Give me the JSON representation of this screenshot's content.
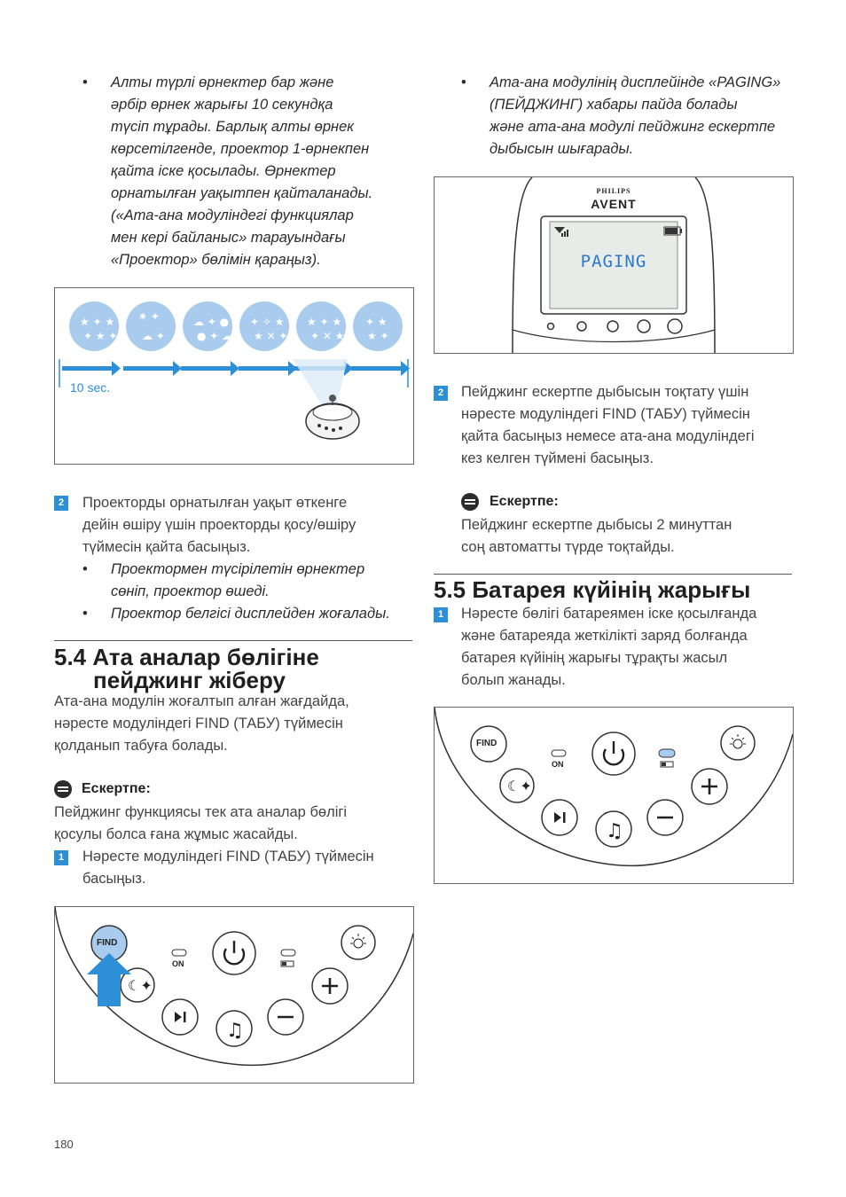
{
  "left": {
    "bullet1": [
      "Алты түрлі өрнектер бар және",
      "әрбір өрнек жарығы 10 секундқа",
      "түсіп тұрады. Барлық алты өрнек",
      "көрсетілгенде, проектор 1-өрнекпен",
      "қайта іске қосылады. Өрнектер",
      "орнатылған уақытпен қайталанады.",
      "(«Ата-ана модуліндегі функциялар",
      "мен кері байланыс» тарауындағы",
      "«Проектор» бөлімін қараңыз)."
    ],
    "projector_label": "10 sec.",
    "step2_num": "2",
    "step2": [
      "Проекторды орнатылған уақыт өткенге",
      "дейін өшіру үшін проекторды қосу/өшіру",
      "түймесін қайта басыңыз."
    ],
    "sub_bullets": [
      [
        "Проектормен түсірілетін өрнектер",
        "сөніп, проектор өшеді."
      ],
      [
        "Проектор белгісі дисплейден жоғалады."
      ]
    ],
    "heading_line1": "5.4 Ата аналар бөлігіне",
    "heading_line2": "пейджинг жіберу",
    "intro": [
      "Ата-ана модулін жоғалтып алған жағдайда,",
      "нәресте модуліндегі FIND (ТАБУ) түймесін",
      "қолданып табуға болады."
    ],
    "note_title": "Ескертпе:",
    "note": [
      "Пейджинг функциясы тек ата аналар бөлігі",
      "қосулы болса ғана жұмыс жасайды."
    ],
    "step1_num": "1",
    "step1": [
      "Нәресте модуліндегі FIND (ТАБУ) түймесін",
      "басыңыз."
    ]
  },
  "right": {
    "bullet1": [
      "Ата-ана модулінің дисплейінде «PAGING»",
      "(ПЕЙДЖИНГ) хабары пайда болады",
      "және ата-ана модулі пейджинг ескертпе",
      "дыбысын шығарады."
    ],
    "brand_top": "PHILIPS",
    "brand_bottom": "AVENT",
    "lcd_text": "PAGING",
    "step2_num": "2",
    "step2": [
      "Пейджинг ескертпе дыбысын тоқтату үшін",
      "нәресте модуліндегі FIND (ТАБУ) түймесін",
      "қайта басыңыз немесе ата-ана модуліндегі",
      "кез келген түймені басыңыз."
    ],
    "note_title": "Ескертпе:",
    "note": [
      "Пейджинг ескертпе дыбысы 2 минуттан",
      "соң автоматты түрде тоқтайды."
    ],
    "heading": "5.5 Батарея күйінің жарығы",
    "step1_num": "1",
    "step1": [
      "Нәресте бөлігі батареямен іске қосылғанда",
      "және батареяда жеткілікті заряд болғанда",
      "батарея күйінің жарығы тұрақты жасыл",
      "болып жанады."
    ]
  },
  "panel": {
    "find": "FIND",
    "on": "ON"
  },
  "page_number": "180",
  "colors": {
    "accent": "#2d8fd6",
    "disc": "#a9ccee"
  }
}
